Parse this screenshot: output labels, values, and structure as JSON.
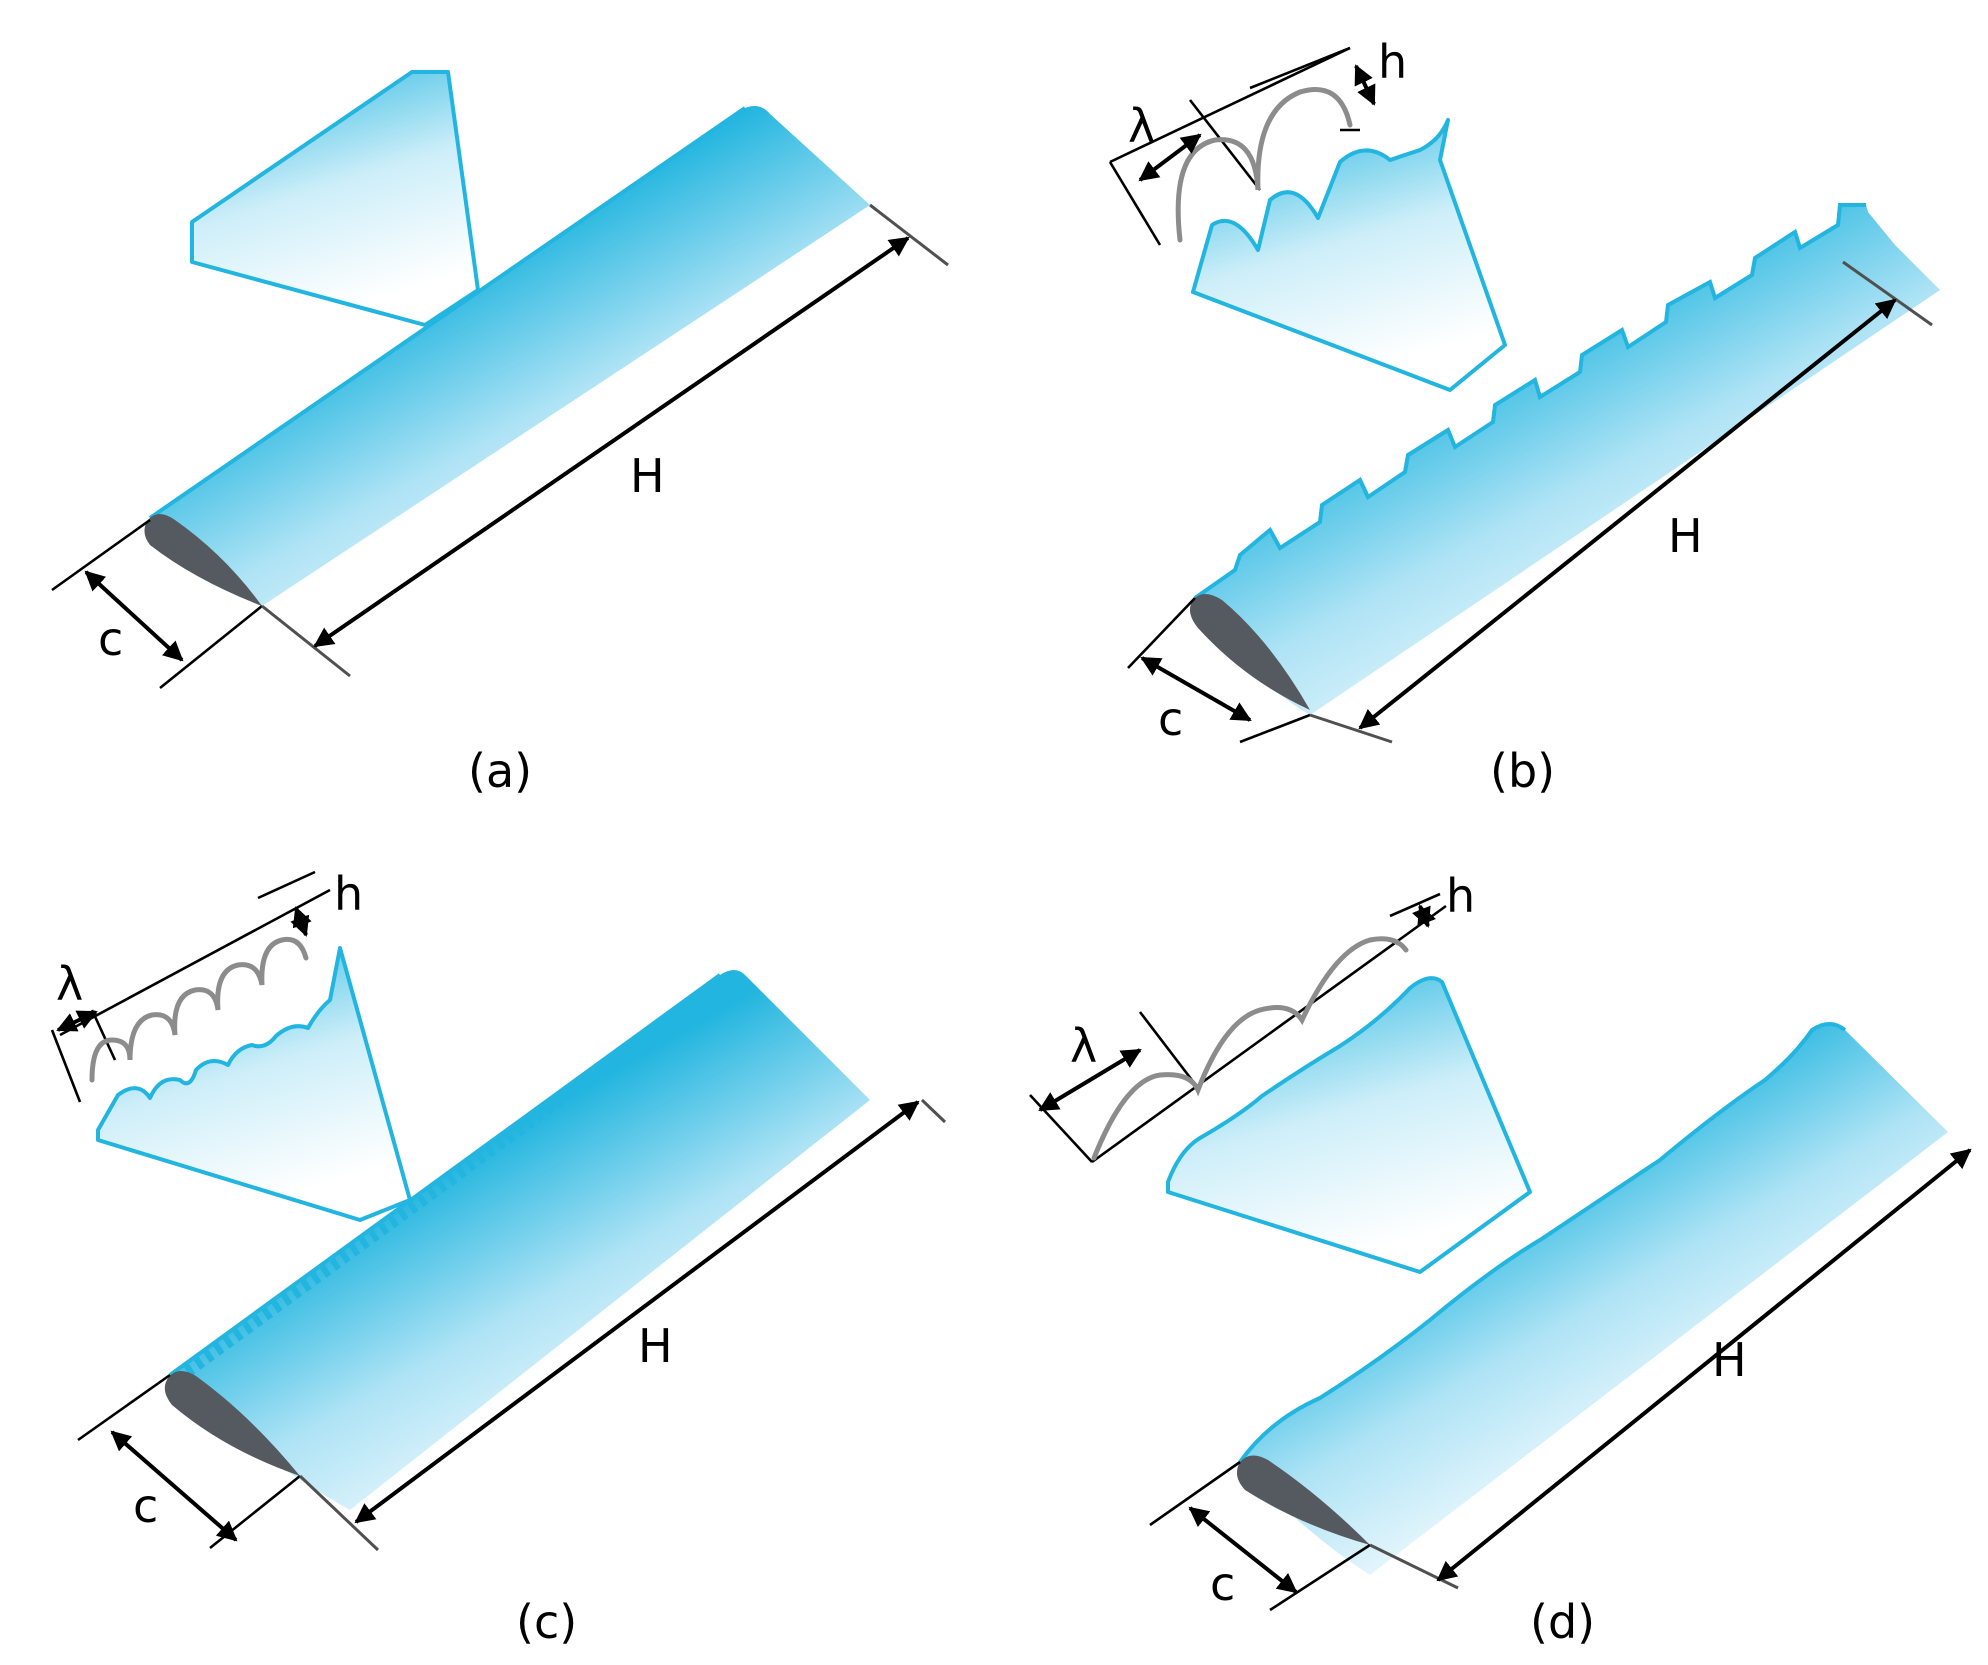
{
  "colors": {
    "blade_edge": "#22b5df",
    "blade_fade": "#f4fbfe",
    "airfoil": "#555a60",
    "wave": "#8c8c8c"
  },
  "panels": [
    {
      "id": "a",
      "caption": "(a)",
      "chord_label": "c",
      "span_label": "H",
      "leading_edge": "straight"
    },
    {
      "id": "b",
      "caption": "(b)",
      "chord_label": "c",
      "span_label": "H",
      "wavelength_label": "λ",
      "amplitude_label": "h",
      "leading_edge": "large-amplitude-wavy"
    },
    {
      "id": "c",
      "caption": "(c)",
      "chord_label": "c",
      "span_label": "H",
      "wavelength_label": "λ",
      "amplitude_label": "h",
      "leading_edge": "short-wavelength-wavy"
    },
    {
      "id": "d",
      "caption": "(d)",
      "chord_label": "c",
      "span_label": "H",
      "wavelength_label": "λ",
      "amplitude_label": "h",
      "leading_edge": "long-wavelength-wavy"
    }
  ]
}
